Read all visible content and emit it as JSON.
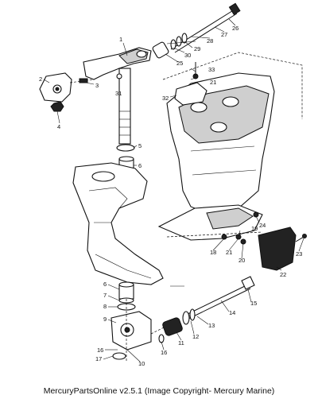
{
  "diagram": {
    "caption": "MercuryPartsOnline v2.5.1 (Image Copyright- Mercury Marine)",
    "callouts": [
      {
        "id": "c1",
        "text": "1"
      },
      {
        "id": "c2",
        "text": "2"
      },
      {
        "id": "c3",
        "text": "3"
      },
      {
        "id": "c4",
        "text": "4"
      },
      {
        "id": "c5",
        "text": "5"
      },
      {
        "id": "c6a",
        "text": "6"
      },
      {
        "id": "c6b",
        "text": "6"
      },
      {
        "id": "c7",
        "text": "7"
      },
      {
        "id": "c8",
        "text": "8"
      },
      {
        "id": "c9",
        "text": "9"
      },
      {
        "id": "c10",
        "text": "10"
      },
      {
        "id": "c11",
        "text": "11"
      },
      {
        "id": "c12",
        "text": "12"
      },
      {
        "id": "c13",
        "text": "13"
      },
      {
        "id": "c14",
        "text": "14"
      },
      {
        "id": "c15",
        "text": "15"
      },
      {
        "id": "c16a",
        "text": "16"
      },
      {
        "id": "c16b",
        "text": "16"
      },
      {
        "id": "c17",
        "text": "17"
      },
      {
        "id": "c18",
        "text": "18"
      },
      {
        "id": "c19",
        "text": "19"
      },
      {
        "id": "c20",
        "text": "20"
      },
      {
        "id": "c21a",
        "text": "21"
      },
      {
        "id": "c21b",
        "text": "21"
      },
      {
        "id": "c22",
        "text": "22"
      },
      {
        "id": "c23",
        "text": "23"
      },
      {
        "id": "c24",
        "text": "24"
      },
      {
        "id": "c25",
        "text": "25"
      },
      {
        "id": "c26",
        "text": "26"
      },
      {
        "id": "c27",
        "text": "27"
      },
      {
        "id": "c28",
        "text": "28"
      },
      {
        "id": "c29",
        "text": "29"
      },
      {
        "id": "c30",
        "text": "30"
      },
      {
        "id": "c31",
        "text": "31"
      },
      {
        "id": "c32",
        "text": "32"
      },
      {
        "id": "c33",
        "text": "33"
      }
    ]
  }
}
